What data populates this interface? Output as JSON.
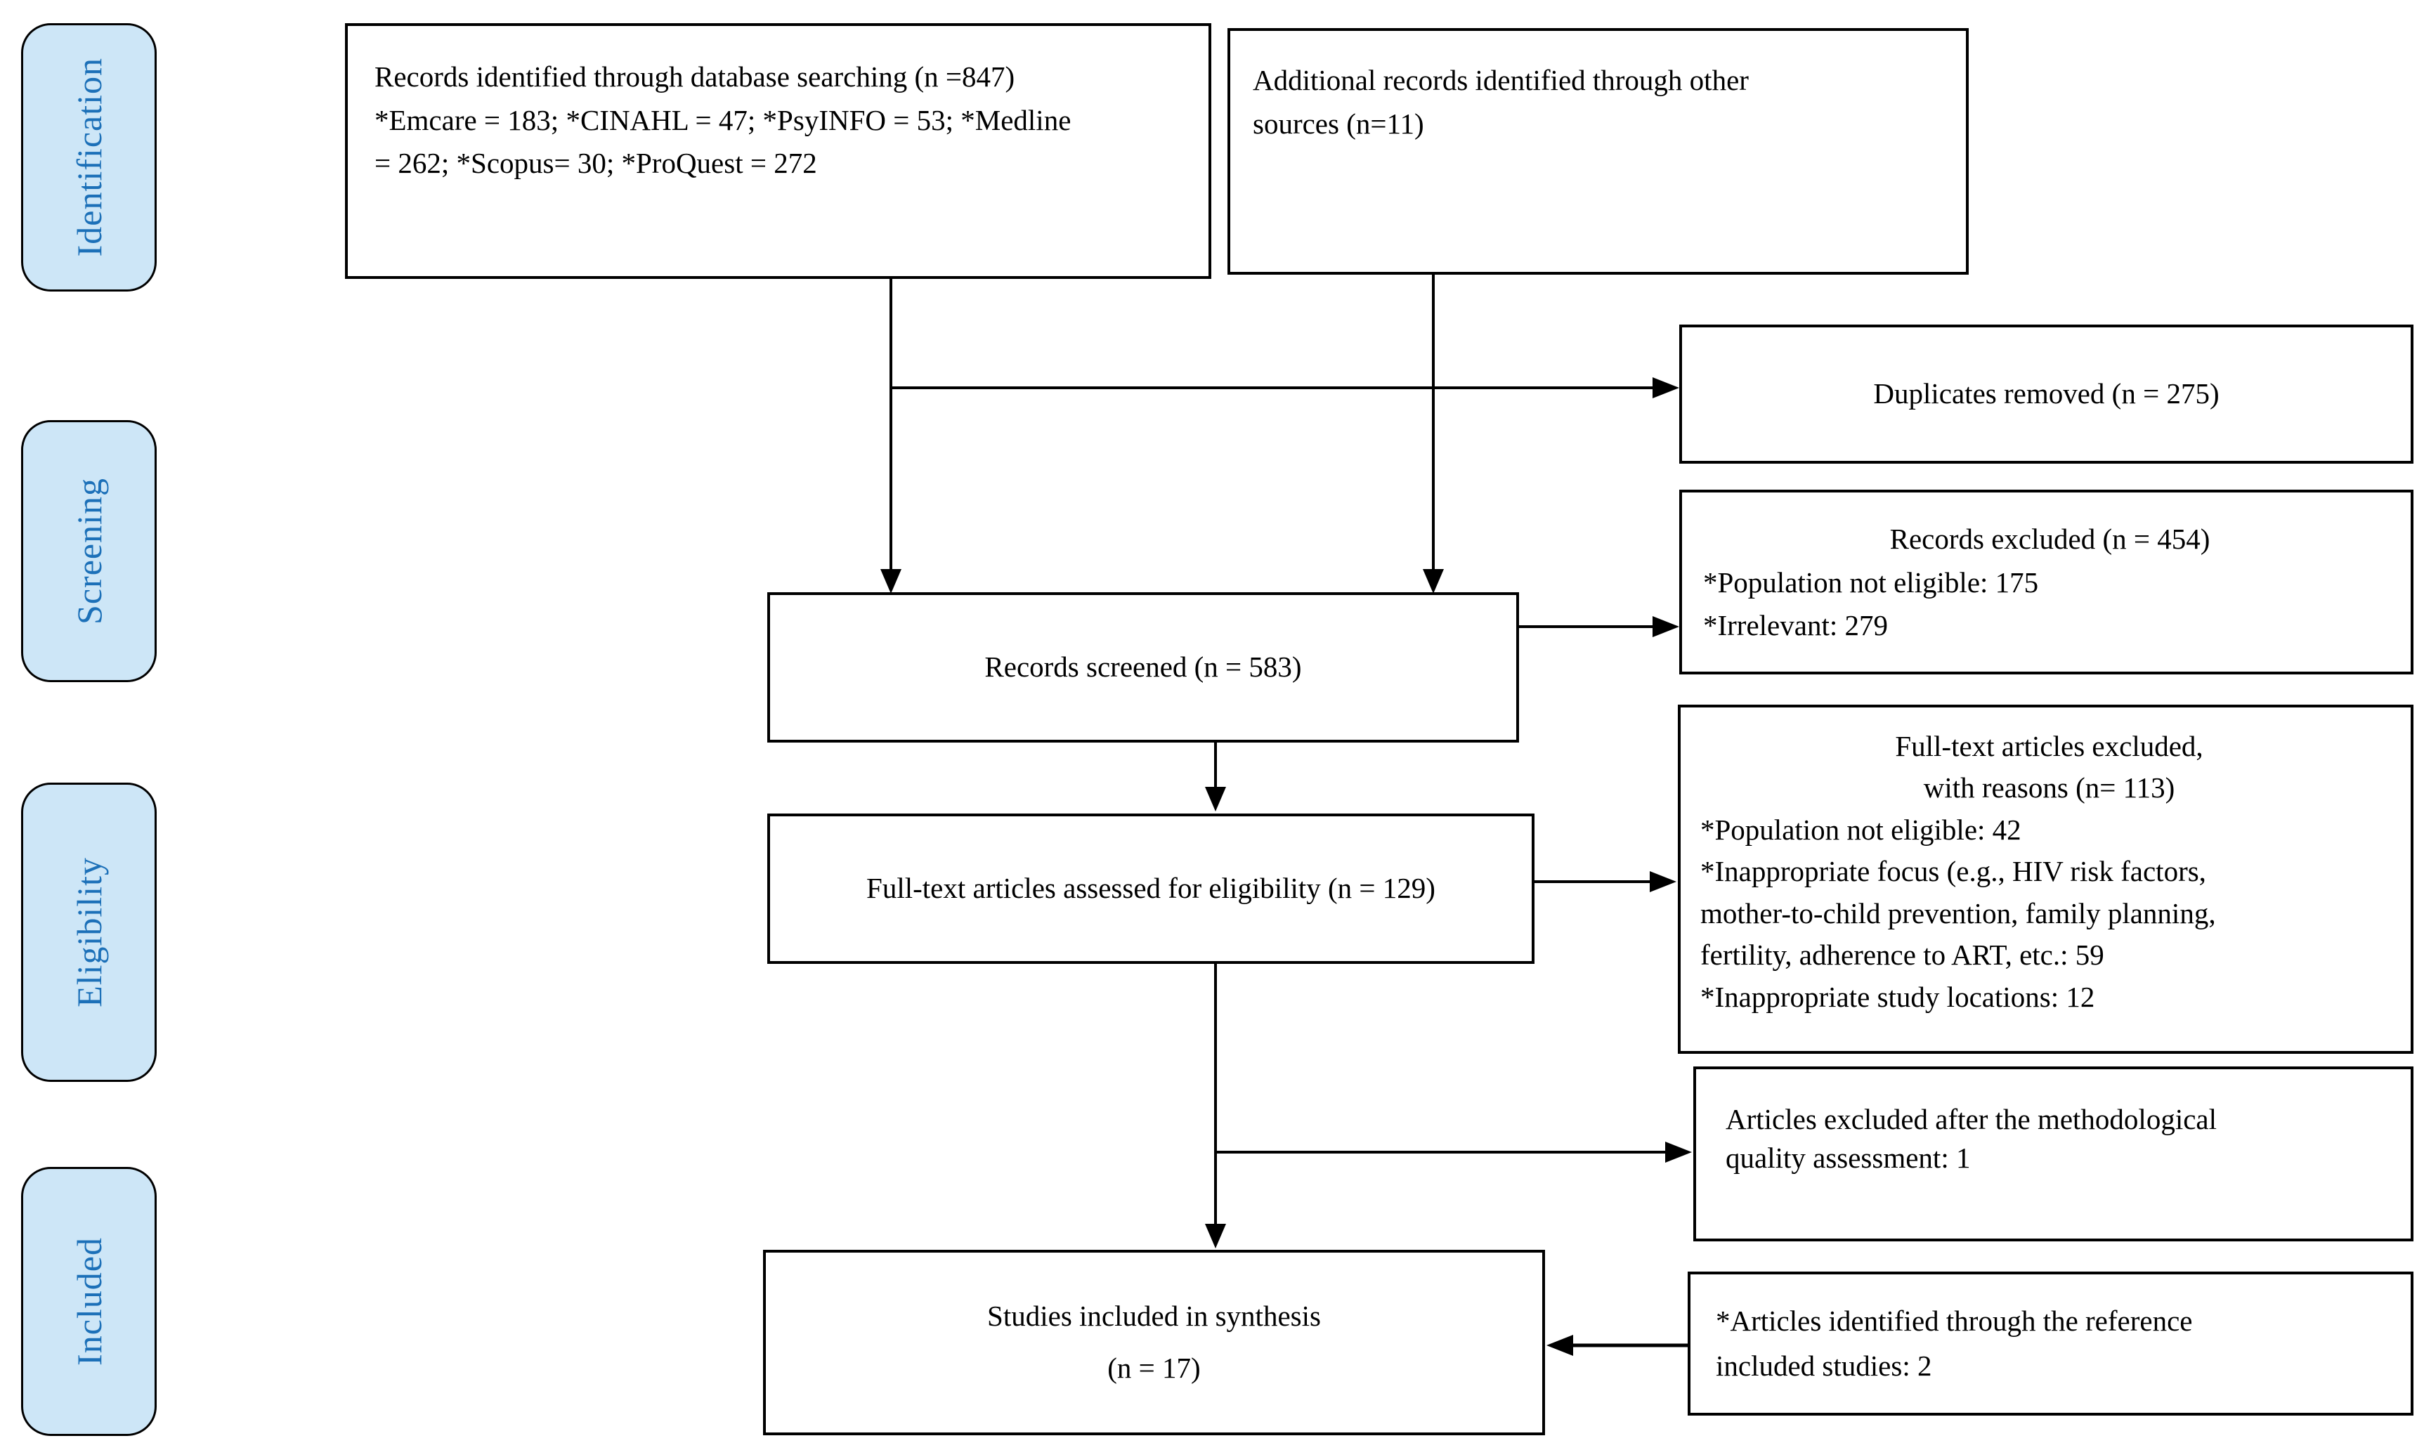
{
  "colors": {
    "stage_fill": "#CDE6F7",
    "stage_text": "#1C70B8",
    "line_color": "#000000",
    "box_background": "#FFFFFF"
  },
  "sidebar": {
    "stages": [
      {
        "label": "Identification"
      },
      {
        "label": "Screening"
      },
      {
        "label": "Eligibility"
      },
      {
        "label": "Included"
      }
    ]
  },
  "boxes": {
    "records_identified": {
      "lines": [
        "Records identified through database searching (n =847)",
        "*Emcare = 183; *CINAHL = 47; *PsyINFO = 53; *Medline",
        "= 262; *Scopus= 30; *ProQuest = 272"
      ]
    },
    "additional_records": {
      "lines": [
        "Additional records identified through other",
        "sources (n=11)"
      ]
    },
    "duplicates_removed": {
      "lines": [
        "Duplicates removed (n = 275)"
      ]
    },
    "records_excluded": {
      "title": "Records excluded (n = 454)",
      "lines": [
        "*Population not eligible: 175",
        "*Irrelevant: 279"
      ]
    },
    "records_screened": {
      "lines": [
        "Records screened (n = 583)"
      ]
    },
    "fulltext_excluded": {
      "title_lines": [
        "Full-text articles excluded,",
        "with reasons (n= 113)"
      ],
      "lines": [
        "*Population not eligible: 42",
        "*Inappropriate focus (e.g., HIV risk factors,",
        "mother-to-child prevention, family planning,",
        "fertility, adherence to ART, etc.: 59",
        "*Inappropriate study locations: 12"
      ]
    },
    "fulltext_assessed": {
      "lines": [
        "Full-text articles assessed for eligibility  (n = 129)"
      ]
    },
    "articles_excluded_quality": {
      "lines": [
        "Articles excluded after the methodological",
        "quality assessment: 1"
      ]
    },
    "studies_included": {
      "lines": [
        "Studies included in synthesis",
        "(n = 17)"
      ]
    },
    "reference_articles": {
      "lines": [
        "*Articles identified through the reference",
        "included studies: 2"
      ]
    }
  }
}
